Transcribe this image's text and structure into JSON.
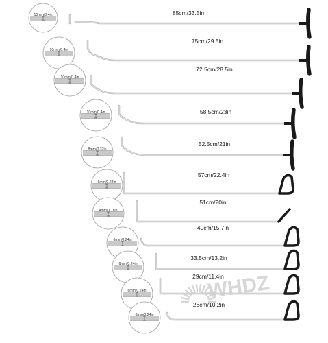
{
  "watermark": "WHDZ",
  "tools": [
    {
      "length": "85cm/33.5in",
      "diameter": "10mm/0.4in",
      "handle": "t-handle"
    },
    {
      "length": "75cm/29.5in",
      "diameter": "10mm/0.4in",
      "handle": "t-handle"
    },
    {
      "length": "72.5cm/28.5in",
      "diameter": "10mm/0.4in",
      "handle": "t-handle"
    },
    {
      "length": "58.5cm/23in",
      "diameter": "10mm/0.4in",
      "handle": "t-handle"
    },
    {
      "length": "52.5cm/21in",
      "diameter": "8mm/0.32in",
      "handle": "t-handle"
    },
    {
      "length": "57cm/22.4in",
      "diameter": "6mm/0.24in",
      "handle": "loop-handle"
    },
    {
      "length": "51cm/20in",
      "diameter": "4mm/0.16in",
      "handle": "straight-tip"
    },
    {
      "length": "40cm/15.7in",
      "diameter": "6mm/0.24in",
      "handle": "loop-handle"
    },
    {
      "length": "33.5cm/13.2in",
      "diameter": "6mm/0.24in",
      "handle": "loop-handle"
    },
    {
      "length": "29cm/11.4in",
      "diameter": "6mm/0.24in",
      "handle": "loop-handle"
    },
    {
      "length": "26cm/10.2in",
      "diameter": "6mm/0.24in",
      "handle": "loop-handle"
    }
  ],
  "colors": {
    "rod": "#b8b8b8",
    "rod_highlight": "#ececec",
    "handle": "#1a1a1a",
    "circle_stroke": "#9a9a9a",
    "rod_section": "#c9c9c9",
    "watermark": "#d7d7d7"
  }
}
